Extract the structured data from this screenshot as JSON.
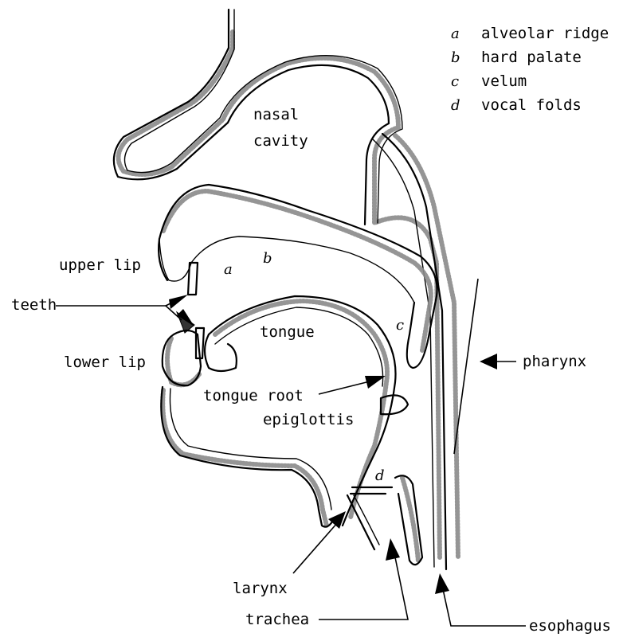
{
  "legend": [
    {
      "key": "a",
      "label": "alveolar ridge"
    },
    {
      "key": "b",
      "label": "hard palate"
    },
    {
      "key": "c",
      "label": "velum"
    },
    {
      "key": "d",
      "label": "vocal folds"
    }
  ],
  "labels": {
    "nasal_cavity_1": "nasal",
    "nasal_cavity_2": "cavity",
    "upper_lip": "upper lip",
    "teeth": "teeth",
    "tongue": "tongue",
    "lower_lip": "lower lip",
    "tongue_root": "tongue root",
    "epiglottis": "epiglottis",
    "pharynx": "pharynx",
    "larynx": "larynx",
    "trachea": "trachea",
    "esophagus": "esophagus"
  },
  "markers": {
    "a": "a",
    "b": "b",
    "c": "c",
    "d": "d"
  }
}
